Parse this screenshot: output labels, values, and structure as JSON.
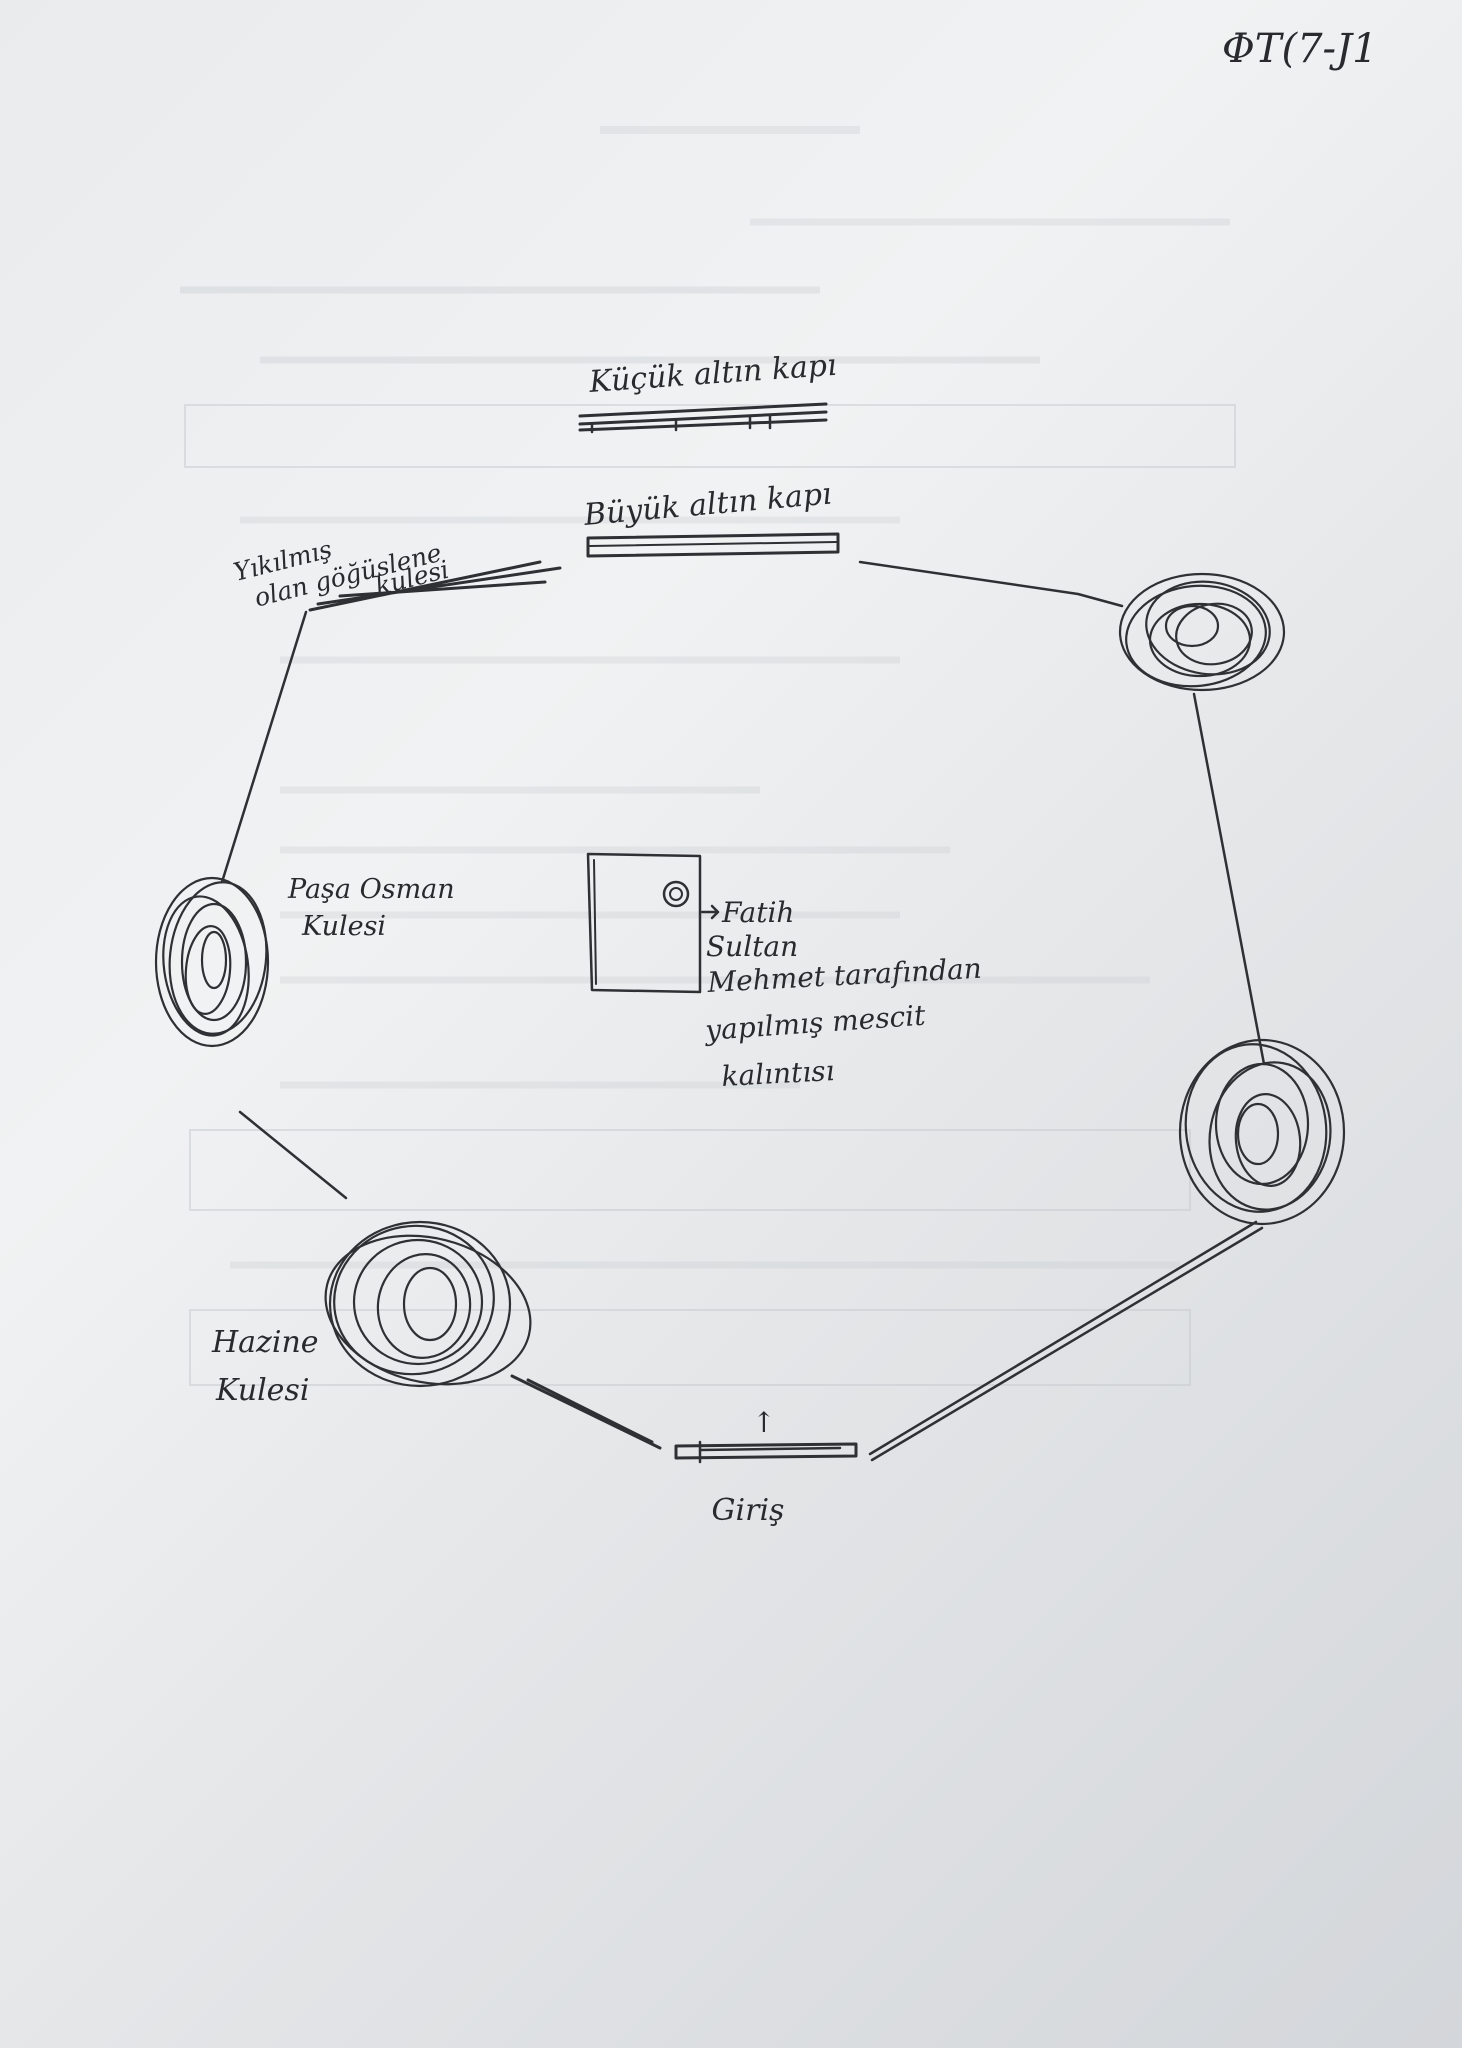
{
  "page_code": "ΦT(7-J1",
  "labels": {
    "small_gate": "Küçük altın kapı",
    "big_gate": "Büyük altın kapı",
    "destroyed_tower": [
      "Yıkılmış",
      "olan göğüslene",
      "kulesi"
    ],
    "pasa_tower": [
      "Paşa Osman",
      "Kulesi"
    ],
    "mosque": [
      "Fatih",
      "Sultan",
      "Mehmet tarafından",
      "yapılmış mescit",
      "kalıntısı"
    ],
    "treasury_tower": [
      "Hazine",
      "Kulesi"
    ],
    "entrance": "Giriş",
    "entrance_arrow": "↑"
  },
  "colors": {
    "ink": "#2f3034",
    "paper": "#eceef0",
    "bleed_through": "#b4b8bc"
  }
}
